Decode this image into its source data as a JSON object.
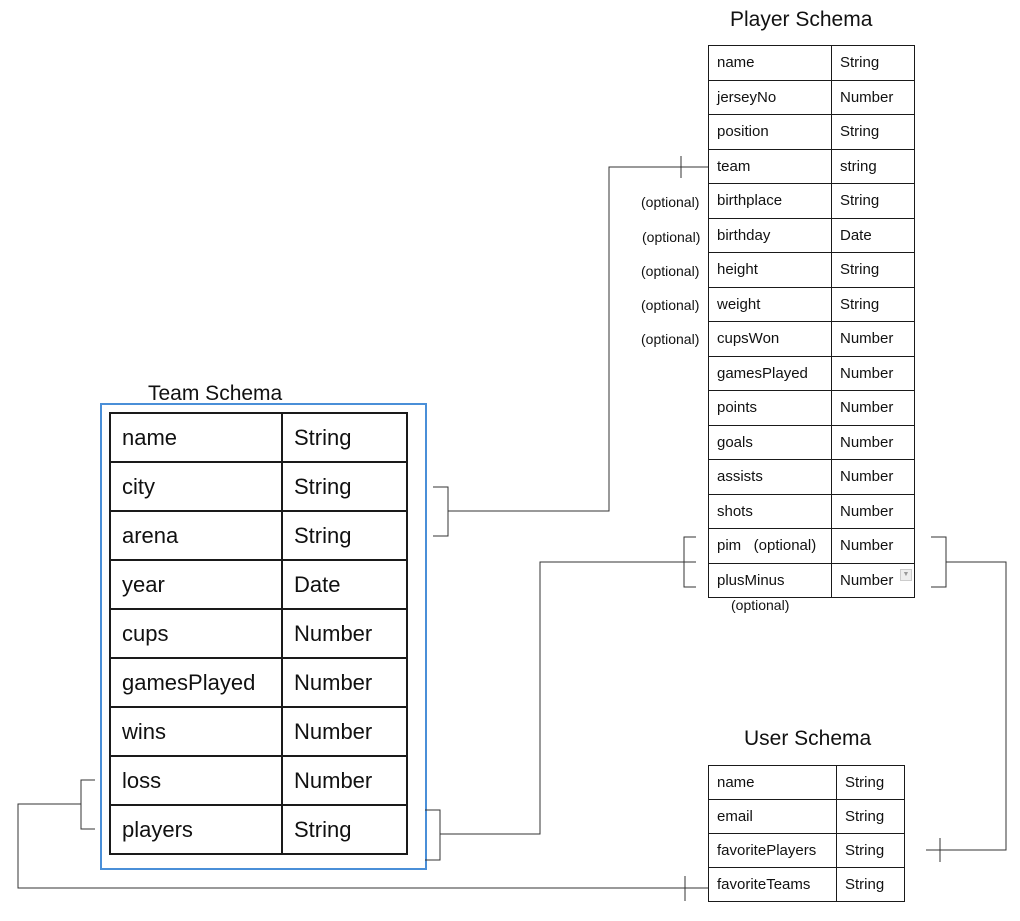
{
  "team_schema": {
    "title": "Team Schema",
    "rows": [
      {
        "field": "name",
        "type": "String"
      },
      {
        "field": "city",
        "type": "String"
      },
      {
        "field": "arena",
        "type": "String"
      },
      {
        "field": "year",
        "type": "Date"
      },
      {
        "field": "cups",
        "type": "Number"
      },
      {
        "field": "gamesPlayed",
        "type": "Number"
      },
      {
        "field": "wins",
        "type": "Number"
      },
      {
        "field": "loss",
        "type": "Number"
      },
      {
        "field": "players",
        "type": "String"
      }
    ]
  },
  "player_schema": {
    "title": "Player Schema",
    "rows": [
      {
        "field": "name",
        "type": "String"
      },
      {
        "field": "jerseyNo",
        "type": "Number"
      },
      {
        "field": "position",
        "type": "String"
      },
      {
        "field": "team",
        "type": "string"
      },
      {
        "field": "birthplace",
        "type": "String",
        "note": "(optional)"
      },
      {
        "field": "birthday",
        "type": "Date",
        "note": "(optional)"
      },
      {
        "field": "height",
        "type": "String",
        "note": "(optional)"
      },
      {
        "field": "weight",
        "type": "String",
        "note": "(optional)"
      },
      {
        "field": "cupsWon",
        "type": "Number",
        "note": "(optional)"
      },
      {
        "field": "gamesPlayed",
        "type": "Number"
      },
      {
        "field": "points",
        "type": "Number"
      },
      {
        "field": "goals",
        "type": "Number"
      },
      {
        "field": "assists",
        "type": "Number"
      },
      {
        "field": "shots",
        "type": "Number"
      },
      {
        "field": "pim   (optional)",
        "type": "Number"
      },
      {
        "field": "plusMinus",
        "type": "Number",
        "note_below": "(optional)"
      }
    ]
  },
  "user_schema": {
    "title": "User Schema",
    "rows": [
      {
        "field": "name",
        "type": "String"
      },
      {
        "field": "email",
        "type": "String"
      },
      {
        "field": "favoritePlayers",
        "type": "String"
      },
      {
        "field": "favoriteTeams",
        "type": "String"
      }
    ]
  }
}
